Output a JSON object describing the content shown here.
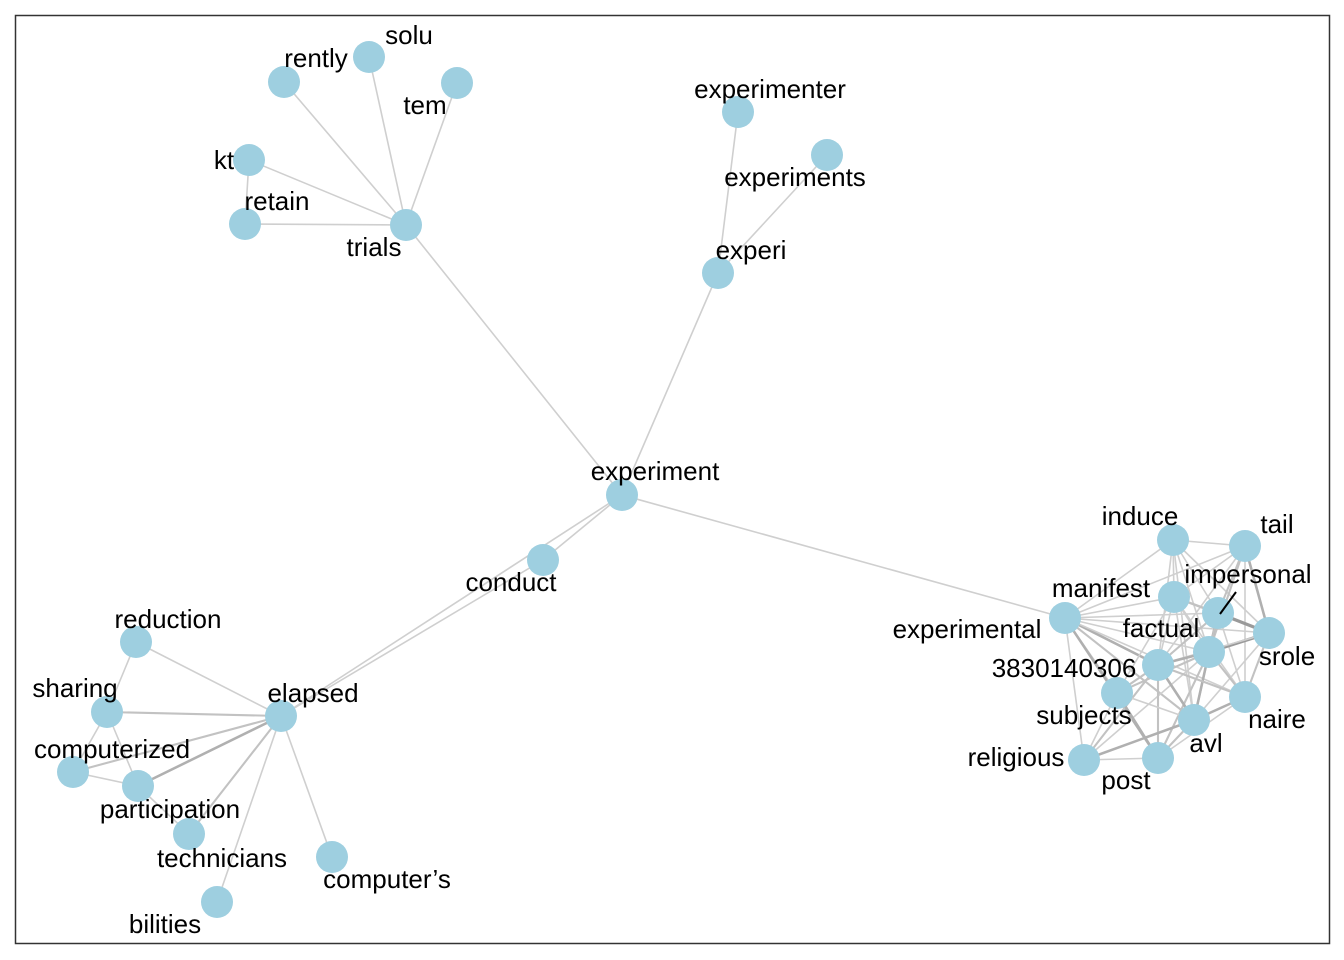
{
  "diagram": {
    "type": "network",
    "title": "",
    "node_color": "#9ecfe0",
    "edge_color": "#bdbdbd",
    "nodes": [
      {
        "id": "experiment",
        "label": "experiment"
      },
      {
        "id": "conduct",
        "label": "conduct"
      },
      {
        "id": "trials",
        "label": "trials"
      },
      {
        "id": "rently",
        "label": "rently"
      },
      {
        "id": "solu",
        "label": "solu"
      },
      {
        "id": "tem",
        "label": "tem"
      },
      {
        "id": "kt",
        "label": "kt"
      },
      {
        "id": "retain",
        "label": "retain"
      },
      {
        "id": "experi",
        "label": "experi"
      },
      {
        "id": "experimenter",
        "label": "experimenter"
      },
      {
        "id": "experiments",
        "label": "experiments"
      },
      {
        "id": "elapsed",
        "label": "elapsed"
      },
      {
        "id": "reduction",
        "label": "reduction"
      },
      {
        "id": "sharing",
        "label": "sharing"
      },
      {
        "id": "computerized",
        "label": "computerized"
      },
      {
        "id": "participation",
        "label": "participation"
      },
      {
        "id": "technicians",
        "label": "technicians"
      },
      {
        "id": "bilities",
        "label": "bilities"
      },
      {
        "id": "computers",
        "label": "computer’s"
      },
      {
        "id": "experimental",
        "label": "experimental"
      },
      {
        "id": "manifest",
        "label": "manifest"
      },
      {
        "id": "induce",
        "label": "induce"
      },
      {
        "id": "tail",
        "label": "tail"
      },
      {
        "id": "impersonal",
        "label": "impersonal"
      },
      {
        "id": "srole",
        "label": "srole"
      },
      {
        "id": "factual",
        "label": "factual"
      },
      {
        "id": "num3830140306",
        "label": "3830140306"
      },
      {
        "id": "subjects",
        "label": "subjects"
      },
      {
        "id": "naire",
        "label": "naire"
      },
      {
        "id": "avl",
        "label": "avl"
      },
      {
        "id": "religious",
        "label": "religious"
      },
      {
        "id": "post",
        "label": "post"
      }
    ],
    "edges": [
      {
        "source": "experiment",
        "target": "trials",
        "weight": 1
      },
      {
        "source": "experiment",
        "target": "experi",
        "weight": 1
      },
      {
        "source": "experiment",
        "target": "conduct",
        "weight": 1
      },
      {
        "source": "experiment",
        "target": "elapsed",
        "weight": 1
      },
      {
        "source": "experiment",
        "target": "experimental",
        "weight": 1
      },
      {
        "source": "conduct",
        "target": "elapsed",
        "weight": 1
      },
      {
        "source": "trials",
        "target": "rently",
        "weight": 1
      },
      {
        "source": "trials",
        "target": "solu",
        "weight": 1
      },
      {
        "source": "trials",
        "target": "tem",
        "weight": 1
      },
      {
        "source": "trials",
        "target": "kt",
        "weight": 1
      },
      {
        "source": "trials",
        "target": "retain",
        "weight": 1
      },
      {
        "source": "kt",
        "target": "retain",
        "weight": 1
      },
      {
        "source": "experi",
        "target": "experimenter",
        "weight": 1
      },
      {
        "source": "experi",
        "target": "experiments",
        "weight": 1
      },
      {
        "source": "elapsed",
        "target": "reduction",
        "weight": 1
      },
      {
        "source": "elapsed",
        "target": "sharing",
        "weight": 1.3
      },
      {
        "source": "elapsed",
        "target": "computerized",
        "weight": 1.3
      },
      {
        "source": "elapsed",
        "target": "participation",
        "weight": 1.6
      },
      {
        "source": "elapsed",
        "target": "technicians",
        "weight": 1.3
      },
      {
        "source": "elapsed",
        "target": "bilities",
        "weight": 1
      },
      {
        "source": "elapsed",
        "target": "computers",
        "weight": 1
      },
      {
        "source": "reduction",
        "target": "sharing",
        "weight": 1
      },
      {
        "source": "sharing",
        "target": "computerized",
        "weight": 1
      },
      {
        "source": "sharing",
        "target": "participation",
        "weight": 1
      },
      {
        "source": "computerized",
        "target": "participation",
        "weight": 1
      },
      {
        "source": "participation",
        "target": "technicians",
        "weight": 1
      },
      {
        "source": "experimental",
        "target": "induce",
        "weight": 1
      },
      {
        "source": "experimental",
        "target": "tail",
        "weight": 1
      },
      {
        "source": "experimental",
        "target": "manifest",
        "weight": 1
      },
      {
        "source": "experimental",
        "target": "impersonal",
        "weight": 1
      },
      {
        "source": "experimental",
        "target": "srole",
        "weight": 1
      },
      {
        "source": "experimental",
        "target": "factual",
        "weight": 1
      },
      {
        "source": "experimental",
        "target": "num3830140306",
        "weight": 1.6
      },
      {
        "source": "experimental",
        "target": "subjects",
        "weight": 1
      },
      {
        "source": "experimental",
        "target": "naire",
        "weight": 1
      },
      {
        "source": "experimental",
        "target": "avl",
        "weight": 1.3
      },
      {
        "source": "experimental",
        "target": "religious",
        "weight": 1
      },
      {
        "source": "experimental",
        "target": "post",
        "weight": 1.6
      },
      {
        "source": "induce",
        "target": "tail",
        "weight": 1
      },
      {
        "source": "induce",
        "target": "manifest",
        "weight": 1
      },
      {
        "source": "induce",
        "target": "impersonal",
        "weight": 1
      },
      {
        "source": "induce",
        "target": "factual",
        "weight": 1
      },
      {
        "source": "induce",
        "target": "srole",
        "weight": 1
      },
      {
        "source": "induce",
        "target": "num3830140306",
        "weight": 1
      },
      {
        "source": "induce",
        "target": "avl",
        "weight": 1
      },
      {
        "source": "tail",
        "target": "manifest",
        "weight": 1
      },
      {
        "source": "tail",
        "target": "impersonal",
        "weight": 1.3
      },
      {
        "source": "tail",
        "target": "srole",
        "weight": 1.6
      },
      {
        "source": "tail",
        "target": "factual",
        "weight": 1.3
      },
      {
        "source": "tail",
        "target": "num3830140306",
        "weight": 1
      },
      {
        "source": "tail",
        "target": "naire",
        "weight": 1
      },
      {
        "source": "manifest",
        "target": "impersonal",
        "weight": 1.3
      },
      {
        "source": "manifest",
        "target": "factual",
        "weight": 1
      },
      {
        "source": "manifest",
        "target": "srole",
        "weight": 1.3
      },
      {
        "source": "manifest",
        "target": "num3830140306",
        "weight": 1
      },
      {
        "source": "manifest",
        "target": "naire",
        "weight": 1
      },
      {
        "source": "manifest",
        "target": "avl",
        "weight": 1
      },
      {
        "source": "manifest",
        "target": "subjects",
        "weight": 1
      },
      {
        "source": "impersonal",
        "target": "srole",
        "weight": 2
      },
      {
        "source": "impersonal",
        "target": "factual",
        "weight": 1.6
      },
      {
        "source": "impersonal",
        "target": "num3830140306",
        "weight": 1.3
      },
      {
        "source": "impersonal",
        "target": "naire",
        "weight": 1
      },
      {
        "source": "impersonal",
        "target": "avl",
        "weight": 1.3
      },
      {
        "source": "srole",
        "target": "factual",
        "weight": 2
      },
      {
        "source": "srole",
        "target": "naire",
        "weight": 1.3
      },
      {
        "source": "srole",
        "target": "num3830140306",
        "weight": 1
      },
      {
        "source": "srole",
        "target": "avl",
        "weight": 1
      },
      {
        "source": "factual",
        "target": "num3830140306",
        "weight": 1.6
      },
      {
        "source": "factual",
        "target": "subjects",
        "weight": 1.3
      },
      {
        "source": "factual",
        "target": "naire",
        "weight": 1.3
      },
      {
        "source": "factual",
        "target": "avl",
        "weight": 1.6
      },
      {
        "source": "factual",
        "target": "post",
        "weight": 1.3
      },
      {
        "source": "factual",
        "target": "religious",
        "weight": 1
      },
      {
        "source": "num3830140306",
        "target": "subjects",
        "weight": 1.3
      },
      {
        "source": "num3830140306",
        "target": "naire",
        "weight": 1.3
      },
      {
        "source": "num3830140306",
        "target": "avl",
        "weight": 1.6
      },
      {
        "source": "num3830140306",
        "target": "post",
        "weight": 1.3
      },
      {
        "source": "num3830140306",
        "target": "religious",
        "weight": 1.3
      },
      {
        "source": "subjects",
        "target": "religious",
        "weight": 1
      },
      {
        "source": "subjects",
        "target": "post",
        "weight": 1.6
      },
      {
        "source": "subjects",
        "target": "avl",
        "weight": 1
      },
      {
        "source": "naire",
        "target": "avl",
        "weight": 1.6
      },
      {
        "source": "naire",
        "target": "post",
        "weight": 1
      },
      {
        "source": "avl",
        "target": "post",
        "weight": 1.3
      },
      {
        "source": "avl",
        "target": "religious",
        "weight": 1.6
      },
      {
        "source": "religious",
        "target": "post",
        "weight": 1
      }
    ]
  }
}
